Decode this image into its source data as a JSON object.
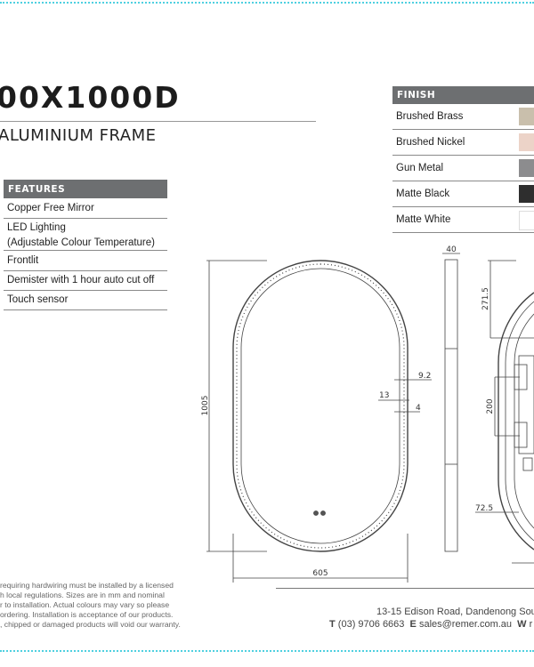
{
  "header": {
    "title": "00X1000D",
    "subtitle": "ALUMINIUM FRAME"
  },
  "features": {
    "heading": "FEATURES",
    "items": [
      {
        "line1": "Copper Free Mirror"
      },
      {
        "line1": "LED Lighting",
        "line2": "(Adjustable Colour Temperature)"
      },
      {
        "line1": "Frontlit"
      },
      {
        "line1": "Demister with 1 hour auto cut off"
      },
      {
        "line1": "Touch sensor"
      }
    ]
  },
  "finish": {
    "heading": "FINISH",
    "items": [
      {
        "label": "Brushed Brass",
        "color": "#c9bfac"
      },
      {
        "label": "Brushed Nickel",
        "color": "#ecd3c8"
      },
      {
        "label": "Gun Metal",
        "color": "#8c8c8e"
      },
      {
        "label": "Matte Black",
        "color": "#2e2e2e"
      },
      {
        "label": "Matte White",
        "color": "#ffffff"
      }
    ]
  },
  "drawing": {
    "height": "1005",
    "width": "605",
    "depth": "40",
    "dim_9_2": "9.2",
    "dim_13": "13",
    "dim_4": "4",
    "dim_271_5": "271.5",
    "dim_200": "200",
    "dim_72_5": "72.5"
  },
  "footer": {
    "disclaimer": [
      "requiring hardwiring must be installed by a licensed",
      "h local regulations. Sizes are in mm and nominal",
      "r to installation. Actual colours may vary so please",
      " ordering. Installation is acceptance of our products.",
      ", chipped or damaged products will void our warranty."
    ],
    "address": "13-15 Edison Road, Dandenong Sou",
    "phone_label": "T",
    "phone": "(03) 9706 6663",
    "email_label": "E",
    "email": "sales@remer.com.au",
    "web_label": "W",
    "web": "r"
  }
}
